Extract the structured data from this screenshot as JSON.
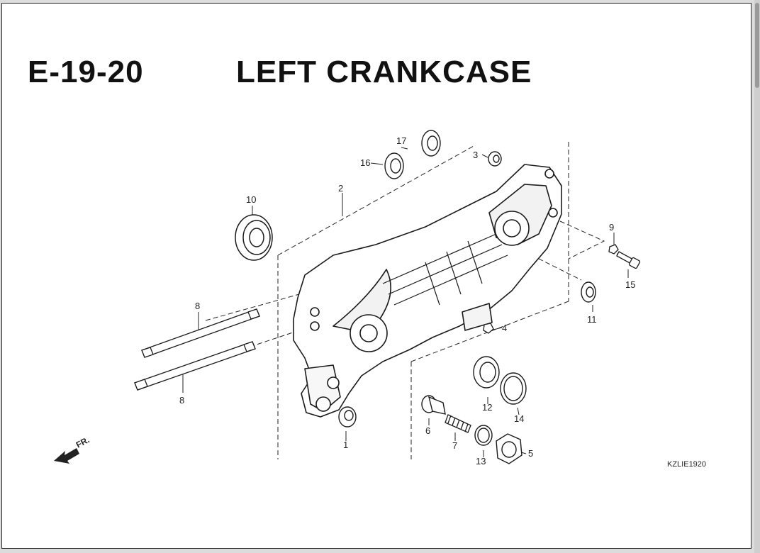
{
  "page": {
    "code": "E-19-20",
    "title": "LEFT CRANKCASE",
    "reference": "KZLIE1920",
    "direction_label": "FR."
  },
  "callouts": [
    "1",
    "2",
    "3",
    "4",
    "5",
    "6",
    "7",
    "8",
    "8",
    "9",
    "10",
    "11",
    "12",
    "13",
    "14",
    "15",
    "16",
    "17"
  ]
}
